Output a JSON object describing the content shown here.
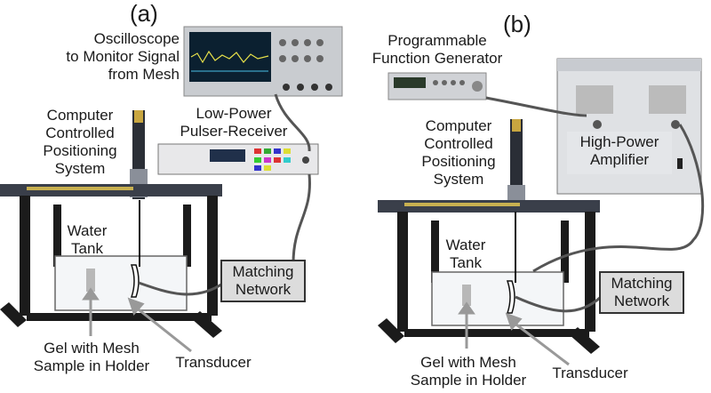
{
  "panel_a": {
    "tag": "(a)",
    "oscilloscope": [
      "Oscilloscope",
      "to Monitor Signal",
      "from Mesh"
    ],
    "positioning": [
      "Computer",
      "Controlled",
      "Positioning",
      "System"
    ],
    "pulser": [
      "Low-Power",
      "Pulser-Receiver"
    ],
    "water_tank": [
      "Water",
      "Tank"
    ],
    "matching": [
      "Matching",
      "Network"
    ],
    "gel": [
      "Gel with Mesh",
      "Sample in Holder"
    ],
    "transducer": "Transducer"
  },
  "panel_b": {
    "tag": "(b)",
    "function_generator": [
      "Programmable",
      "Function Generator"
    ],
    "positioning": [
      "Computer",
      "Controlled",
      "Positioning",
      "System"
    ],
    "amplifier": [
      "High-Power",
      "Amplifier"
    ],
    "water_tank": [
      "Water",
      "Tank"
    ],
    "matching": [
      "Matching",
      "Network"
    ],
    "gel": [
      "Gel with Mesh",
      "Sample in Holder"
    ],
    "transducer": "Transducer"
  },
  "colors": {
    "frame": "#1b1b1b",
    "rail": "#3a3f4a",
    "device_silver": "#c9ccd0",
    "screen": "#0b2030",
    "cable": "#555555",
    "label_box": "#dcdcdc"
  }
}
